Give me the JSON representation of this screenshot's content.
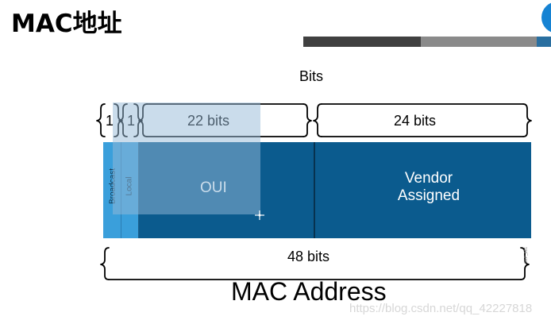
{
  "slide": {
    "title": "MAC地址"
  },
  "diagram": {
    "bits_heading": "Bits",
    "segments": {
      "bit1_size": "1",
      "bit2_size": "1",
      "oui_size": "22 bits",
      "vendor_size": "24 bits",
      "total_size": "48 bits"
    },
    "labels": {
      "broadcast": "Broadcast",
      "local": "Local",
      "oui": "OUI",
      "vendor_line1": "Vendor",
      "vendor_line2": "Assigned"
    },
    "caption": "MAC Address",
    "tiny_tag": "SEP_301"
  },
  "colors": {
    "field_dark": "#0b5b8e",
    "field_light": "#3a9fdb",
    "overlay": "#96b9d7",
    "accent_dark": "#404040",
    "accent_mid": "#8a8a8a"
  },
  "icons": {
    "cursor": "move-cursor-icon",
    "logo": "circle-logo-icon"
  },
  "watermark": "https://blog.csdn.net/qq_42227818"
}
